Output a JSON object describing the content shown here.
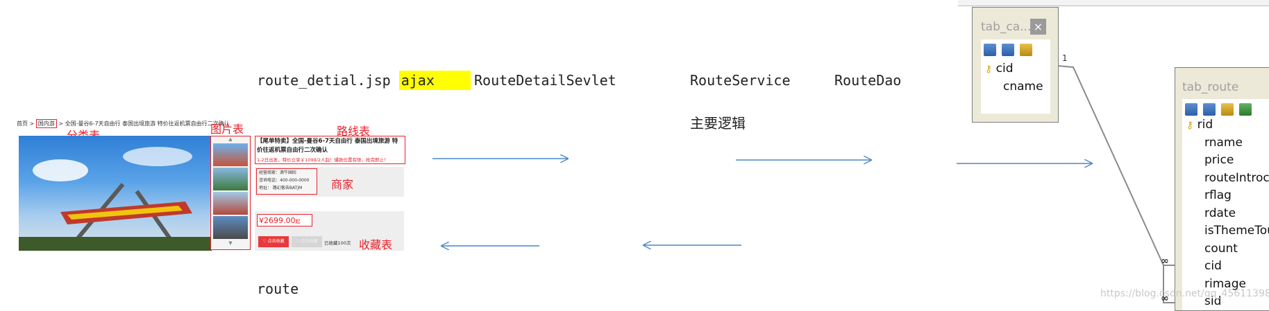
{
  "flow": {
    "jsp": "route_detial.jsp",
    "ajax": "ajax",
    "servlet": "RouteDetailSevlet",
    "service": "RouteService",
    "dao": "RouteDao",
    "logic_note": "主要逻辑",
    "return_object": "route"
  },
  "page_preview": {
    "breadcrumb_home": "首页",
    "breadcrumb_sep": ">",
    "breadcrumb_category": "国内游",
    "breadcrumb_title": "全国-曼谷6-7天自由行 泰国出境旅游 特价往返机票自由行二次确认",
    "label_category_table": "分类表",
    "label_image_table": "图片表",
    "label_route_table": "路线表",
    "label_seller_table": "商家",
    "label_favorite_table": "收藏表",
    "route_title": "【尾单特卖】全国-曼谷6-7天自由行 泰国出境旅游 特价往返机票自由行二次确认",
    "route_promo": "1-2日出发，特价立享￥1099/2人起！爆款位置有限，抢完即止！",
    "seller_name": "经营商家：滴牛国际",
    "seller_phone": "咨询电话：400-000-0000",
    "seller_address": "地址：  路幻客去BATJM",
    "price": "¥2699.00",
    "price_suffix": "起",
    "favorite_button": "点击收藏",
    "favorite_button_disabled": "点击收藏",
    "favorite_count": "已收藏100次"
  },
  "er_diagram": {
    "category_table": {
      "title": "tab_ca...",
      "close": "×",
      "fields": [
        "cid",
        "cname"
      ]
    },
    "route_table": {
      "title": "tab_route",
      "fields": [
        "rid",
        "rname",
        "price",
        "routeIntroc",
        "rflag",
        "rdate",
        "isThemeTou",
        "count",
        "cid",
        "rimage",
        "sid"
      ]
    },
    "relation_one": "1",
    "relation_many": "∞"
  },
  "watermark": "https://blog.csdn.net/qq_45611398"
}
